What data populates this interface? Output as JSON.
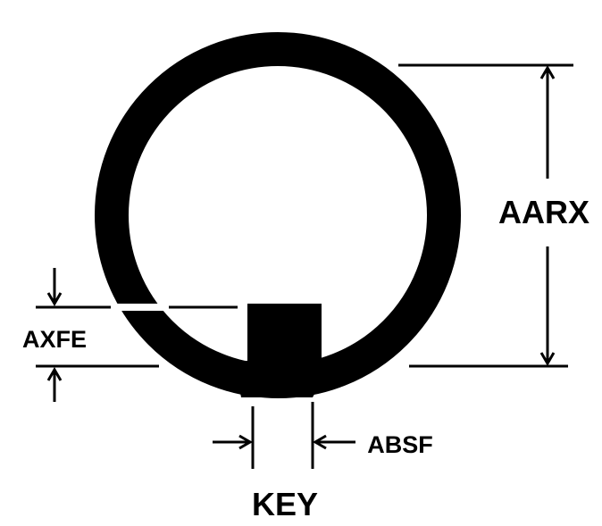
{
  "labels": {
    "overall_height": "AARX",
    "key_offset": "AXFE",
    "key_width": "ABSF",
    "key": "KEY"
  },
  "colors": {
    "ink": "#000000",
    "background": "#ffffff"
  }
}
